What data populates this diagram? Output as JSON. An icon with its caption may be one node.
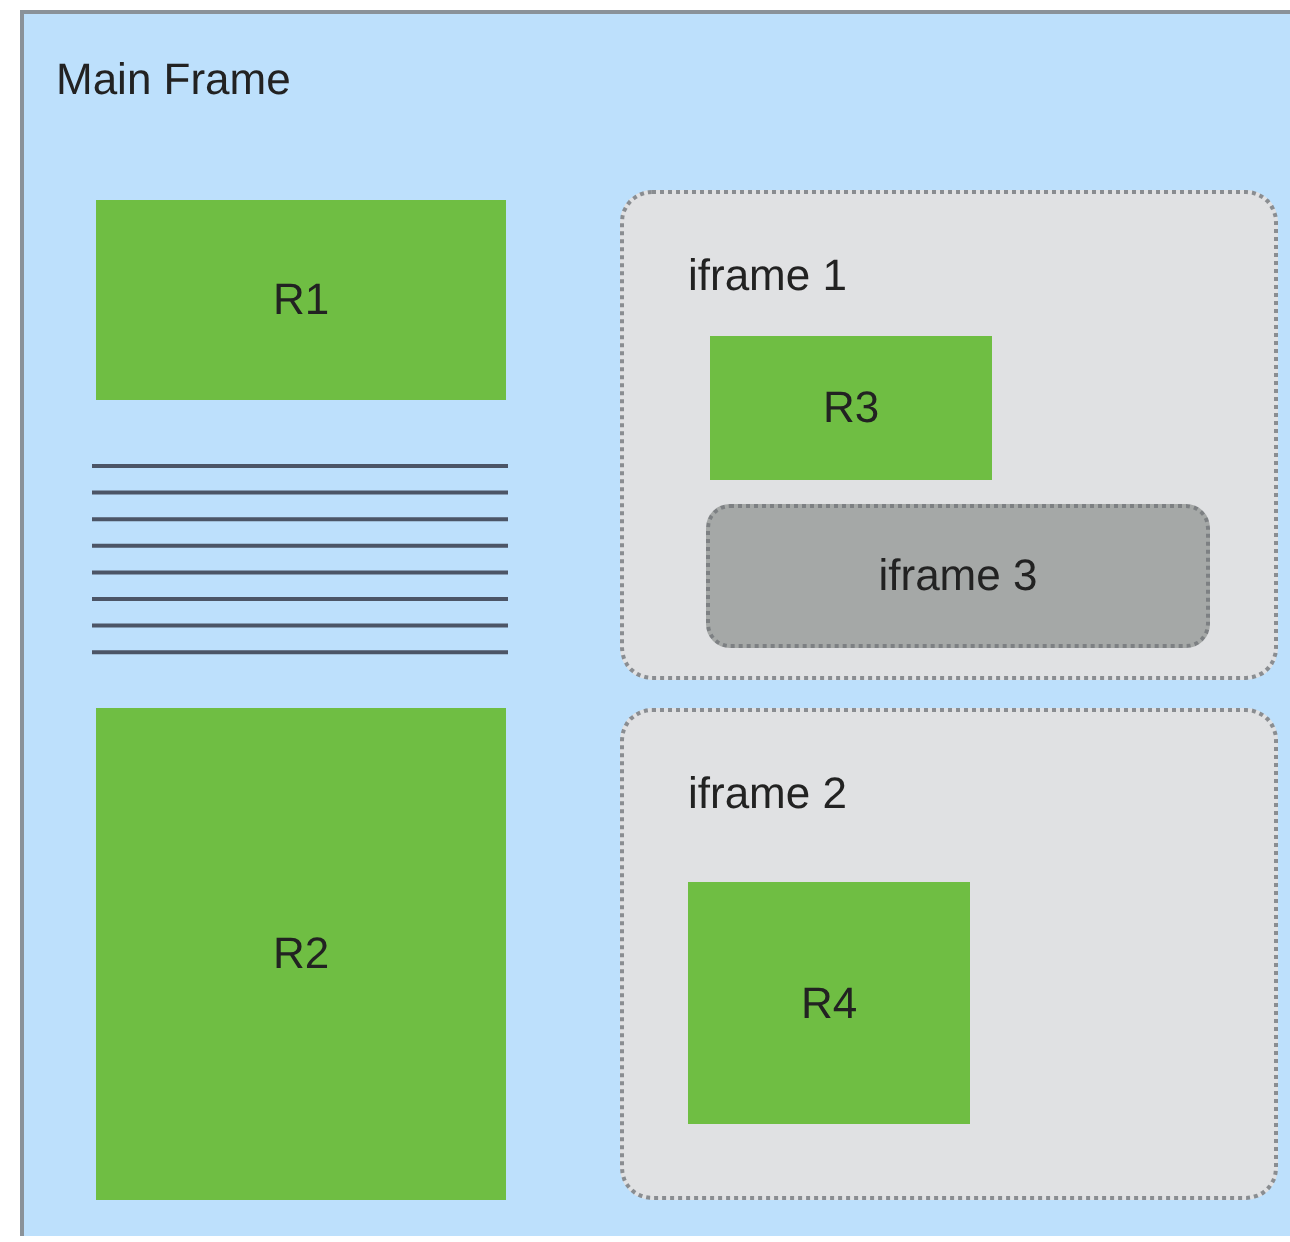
{
  "diagram": {
    "nodes": [
      {
        "text": [
          "Main Frame"
        ]
      },
      {
        "text": [
          "R1"
        ],
        "in": 0
      },
      {
        "text": [
          "iframe 1"
        ],
        "in": 0
      },
      {
        "text": [
          "R3"
        ],
        "in": 2
      },
      {
        "text": [
          "iframe 3"
        ],
        "in": 2
      },
      {
        "text": [
          "R2"
        ],
        "in": 0
      },
      {
        "text": [
          "iframe 2"
        ],
        "in": 0
      },
      {
        "text": [
          "R4"
        ],
        "in": 6
      }
    ]
  }
}
